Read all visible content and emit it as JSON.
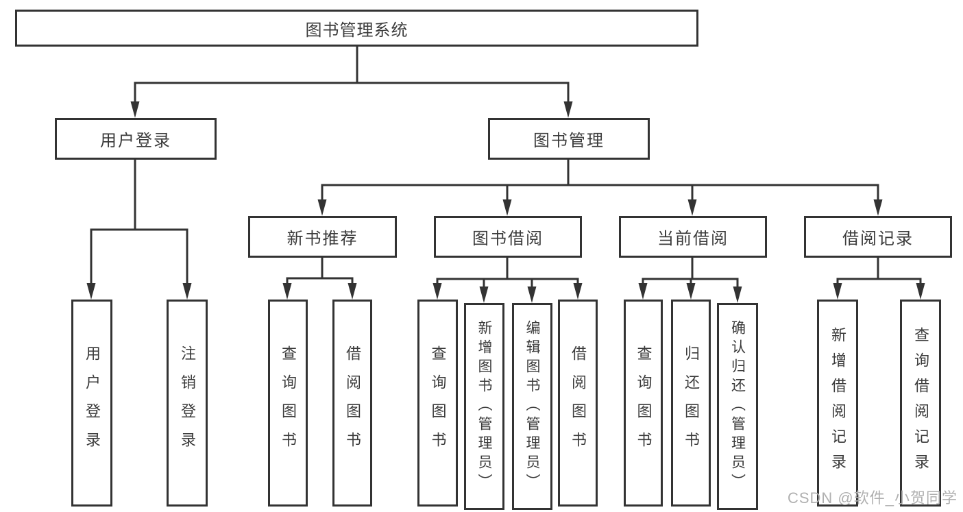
{
  "diagram_title": "图书管理系统",
  "watermark": "CSDN @软件_小贺同学",
  "colors": {
    "line": "#333333",
    "text": "#3b3b3b",
    "background": "#ffffff",
    "watermark": "#b0b0b0"
  },
  "nodes": {
    "root": {
      "label": "图书管理系统"
    },
    "level2": [
      {
        "label": "用户登录"
      },
      {
        "label": "图书管理"
      }
    ],
    "level3": [
      {
        "label": "新书推荐",
        "parent": "图书管理"
      },
      {
        "label": "图书借阅",
        "parent": "图书管理"
      },
      {
        "label": "当前借阅",
        "parent": "图书管理"
      },
      {
        "label": "借阅记录",
        "parent": "图书管理"
      }
    ],
    "leaves": [
      {
        "label": "用户登录",
        "parent": "用户登录"
      },
      {
        "label": "注销登录",
        "parent": "用户登录"
      },
      {
        "label": "查询图书",
        "parent": "新书推荐"
      },
      {
        "label": "借阅图书",
        "parent": "新书推荐"
      },
      {
        "label": "查询图书",
        "parent": "图书借阅"
      },
      {
        "label": "新增图书（管理员）",
        "parent": "图书借阅"
      },
      {
        "label": "编辑图书（管理员）",
        "parent": "图书借阅"
      },
      {
        "label": "借阅图书",
        "parent": "图书借阅"
      },
      {
        "label": "查询图书",
        "parent": "当前借阅"
      },
      {
        "label": "归还图书",
        "parent": "当前借阅"
      },
      {
        "label": "确认归还（管理员）",
        "parent": "当前借阅"
      },
      {
        "label": "新增借阅记录",
        "parent": "借阅记录"
      },
      {
        "label": "查询借阅记录",
        "parent": "借阅记录"
      }
    ]
  }
}
